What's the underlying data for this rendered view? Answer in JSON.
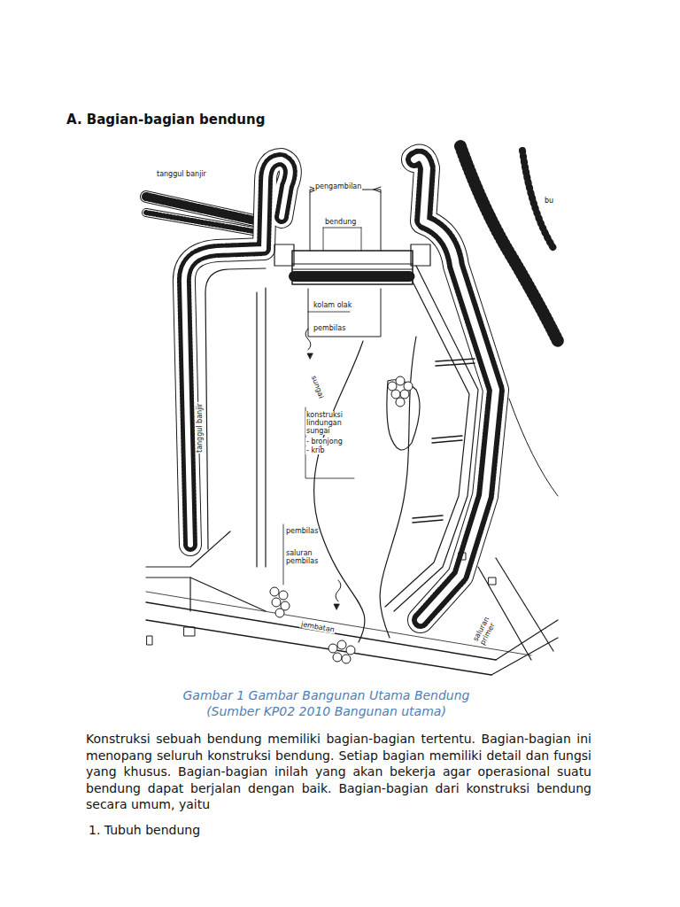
{
  "diagram": {
    "title": "A. Bagian-bagian bendung",
    "caption": "Gambar 1 Gambar Bangunan Utama Bendung (Sumber KP02 2010 Bangunan utama)",
    "labels": [
      "tanggul banjir",
      "pengambilan",
      "bendung",
      "bu",
      "kolam olak",
      "pembilas",
      "sungai",
      "tanggul banjir",
      "konstruksi lindungan sungai",
      "- bronjong",
      "- krib",
      "pembilas",
      "saluran pembilas",
      "jembatan",
      "saluran primer",
      "Konstruksi sebuah bendung memiliki bagian-bagian tertentu. Bagian-bagian ini menopang seluruh konstruksi bendung. Setiap bagian memiliki detail dan fungsi yang khusus. Bagian-bagian inilah yang akan bekerja agar operasional suatu bendung dapat berjalan dengan baik. Bagian-bagian dari konstruksi bendung secara umum, yaitu",
      "1. Tubuh bendung"
    ]
  }
}
